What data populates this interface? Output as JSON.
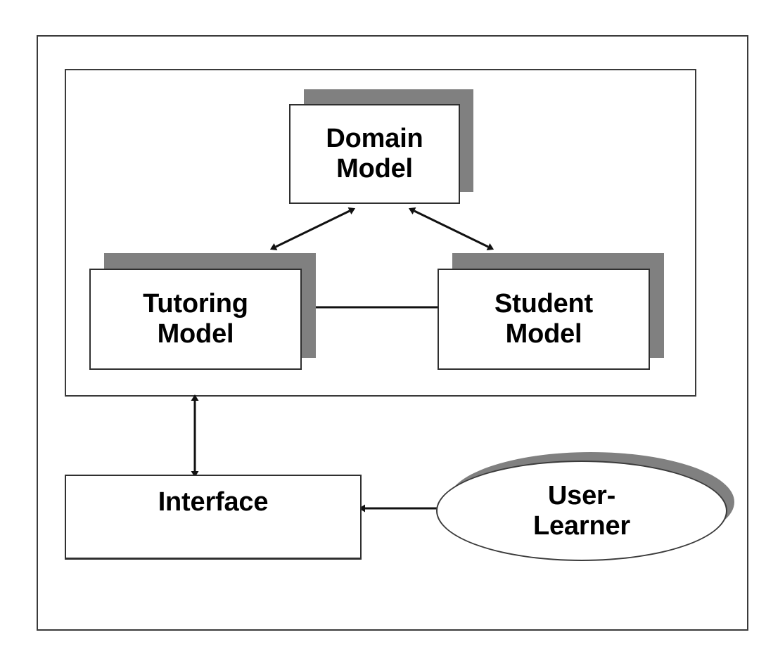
{
  "diagram": {
    "title_text": "",
    "colors": {
      "shadow_gray": "#808080",
      "stroke_black": "#2f2f2f",
      "frame_stroke": "#3a3a3a",
      "fill_white": "#ffffff"
    },
    "frames": {
      "outer_label": "system-boundary",
      "inner_label": "intelligent-tutoring-core"
    },
    "nodes": {
      "domain": {
        "label": "Domain\nModel",
        "shape": "stacked-rectangle"
      },
      "tutoring": {
        "label": "Tutoring\nModel",
        "shape": "stacked-rectangle"
      },
      "student": {
        "label": "Student\nModel",
        "shape": "stacked-rectangle"
      },
      "interface": {
        "label": "Interface",
        "shape": "rectangle"
      },
      "user": {
        "label": "User-\nLearner",
        "shape": "ellipse"
      }
    },
    "connectors": [
      {
        "id": "tutoring-domain",
        "from": "Tutoring Model",
        "to": "Domain Model",
        "style": "double-headed-arrow",
        "orientation": "diagonal-up-right"
      },
      {
        "id": "domain-student",
        "from": "Domain Model",
        "to": "Student Model",
        "style": "double-headed-arrow",
        "orientation": "diagonal-down-right"
      },
      {
        "id": "tutoring-student",
        "from": "Tutoring Model",
        "to": "Student Model",
        "style": "double-headed-arrow",
        "orientation": "horizontal"
      },
      {
        "id": "tutoring-interface",
        "from": "Tutoring Model",
        "to": "Interface",
        "style": "double-headed-arrow",
        "orientation": "vertical"
      },
      {
        "id": "interface-user",
        "from": "Interface",
        "to": "User-Learner",
        "style": "double-headed-arrow",
        "orientation": "horizontal"
      }
    ]
  }
}
